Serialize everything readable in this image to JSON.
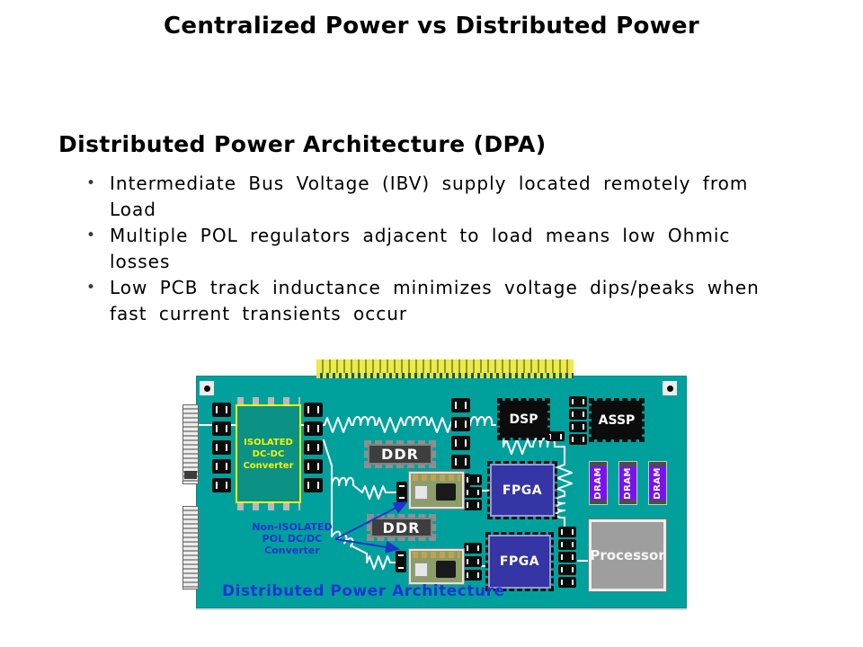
{
  "slide": {
    "title": "Centralized Power vs Distributed Power",
    "heading": "Distributed Power Architecture (DPA)",
    "bullet_marker": "•",
    "bullets": [
      {
        "lines": [
          "Intermediate Bus Voltage (IBV) supply located remotely from",
          "Load"
        ]
      },
      {
        "lines": [
          "Multiple POL regulators adjacent to load means low Ohmic",
          "losses"
        ]
      },
      {
        "lines": [
          "Low PCB track inductance minimizes voltage dips/peaks when",
          "fast current transients occur"
        ]
      }
    ]
  },
  "diagram": {
    "caption": "Distributed Power Architecture",
    "isolated_converter_lines": [
      "ISOLATED",
      "DC-DC",
      "Converter"
    ],
    "pol_label_lines": [
      "Non-ISOLATED",
      "POL DC/DC",
      "Converter"
    ],
    "chips": {
      "dsp": "DSP",
      "assp": "ASSP",
      "ddr": "DDR",
      "fpga": "FPGA",
      "dram": "DRAM",
      "processor": "Processor"
    },
    "colors": {
      "board_teal": "#00a19c",
      "annotation_blue": "#2233cc",
      "caption_blue": "#1f35d4",
      "converter_yellow": "#f5f500",
      "dram_purple": "#7b12ee",
      "fpga_blue": "#3535a6",
      "edge_connector_yellow": "#ebeb49"
    }
  }
}
